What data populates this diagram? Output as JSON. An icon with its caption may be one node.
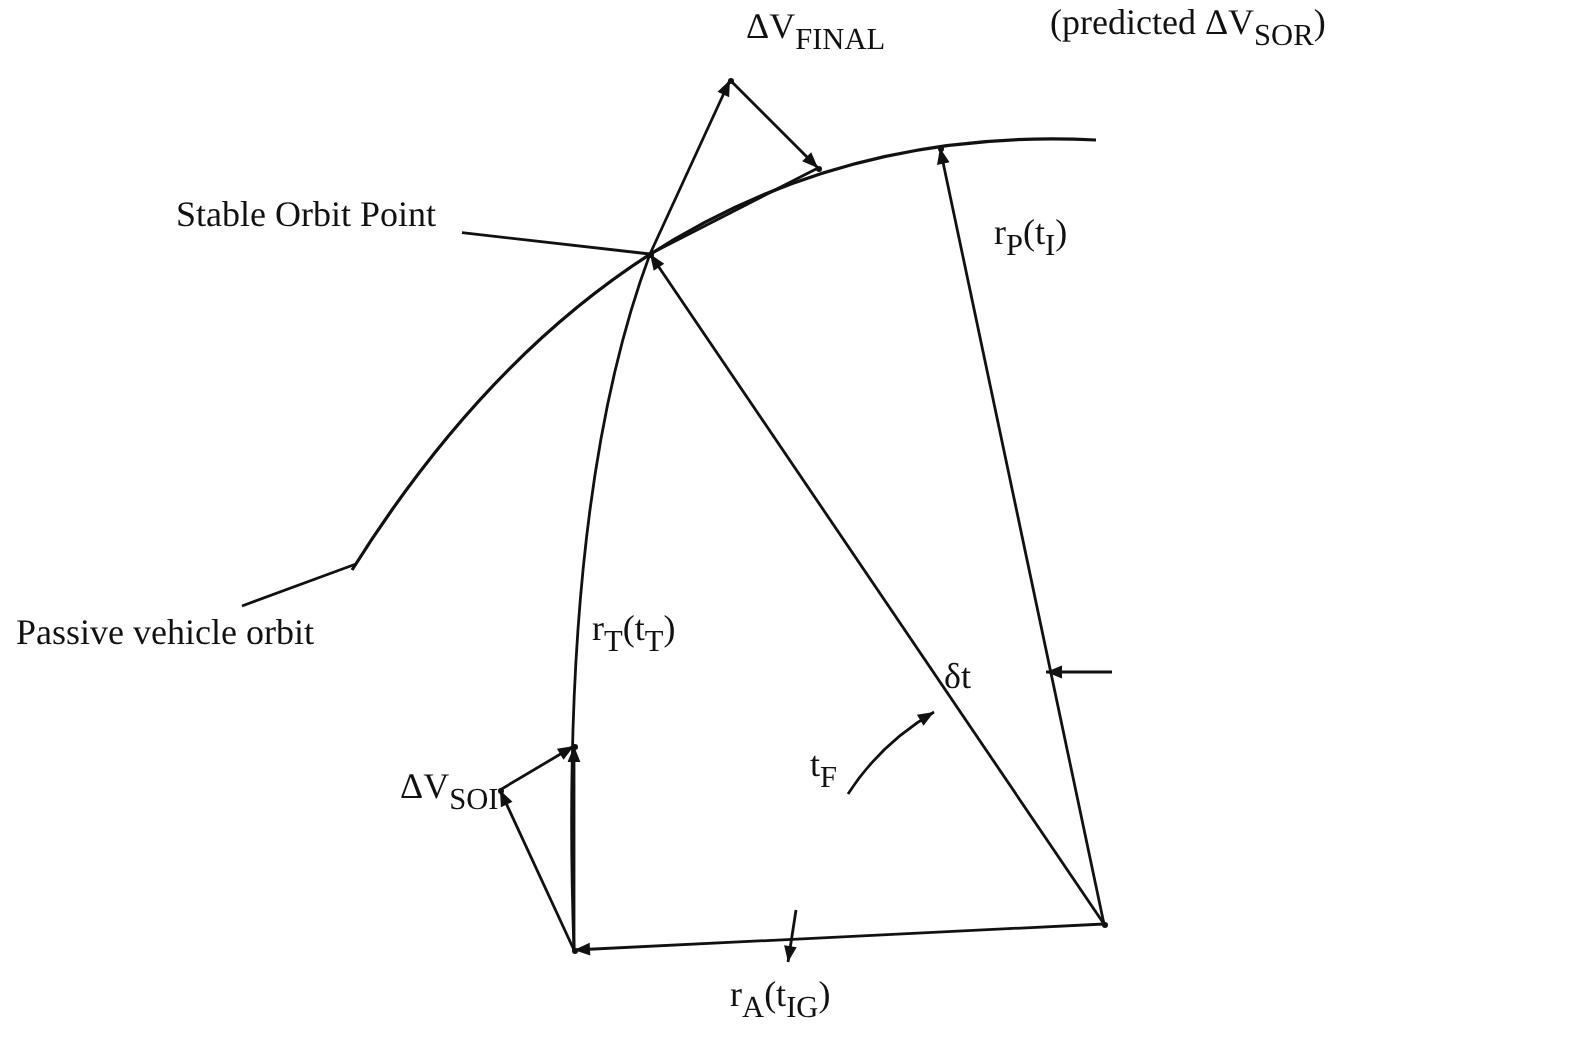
{
  "diagram": {
    "nodes": [
      {
        "text": [
          "Stable Orbit Point"
        ]
      },
      {
        "text": [
          "Passive vehicle orbit"
        ]
      },
      {
        "text": [],
        "shape": "point"
      },
      {
        "text": [],
        "shape": "point"
      },
      {
        "text": [],
        "shape": "point"
      },
      {
        "text": [],
        "shape": "point"
      },
      {
        "text": [],
        "shape": "point"
      },
      {
        "text": [],
        "shape": "point"
      },
      {
        "text": [],
        "shape": "point"
      },
      {
        "text": [],
        "shape": "point"
      }
    ],
    "edges": [
      {
        "from": 0,
        "to": 2,
        "arrow": "none"
      },
      {
        "from": 1,
        "to": null,
        "arrow": "none"
      },
      {
        "from": 3,
        "to": 4,
        "arrow": "to"
      },
      {
        "from": 4,
        "to": 2,
        "arrow": "none"
      },
      {
        "from": 4,
        "to": 9,
        "arrow": "to"
      },
      {
        "from": 4,
        "to": 6,
        "arrow": "to"
      },
      {
        "from": 6,
        "to": 9,
        "arrow": "to"
      },
      {
        "from": 3,
        "to": 2,
        "arrow": "to"
      },
      {
        "from": 3,
        "to": 5,
        "arrow": "to"
      },
      {
        "from": 2,
        "to": 7,
        "arrow": "to"
      },
      {
        "from": 7,
        "to": 8,
        "arrow": "to"
      },
      {
        "from": 2,
        "to": 8,
        "arrow": "none"
      }
    ],
    "labels": [
      "ΔV$_{FINAL}$",
      "(predicted ΔV$_{SOR}$)",
      "r$_{P}$(t$_{I}$)",
      "r$_{T}$(t$_{T}$)",
      "ΔV$_{SOI}$",
      "δt",
      "t$_{F}$",
      "r$_{A}$(t$_{IG}$)"
    ]
  }
}
